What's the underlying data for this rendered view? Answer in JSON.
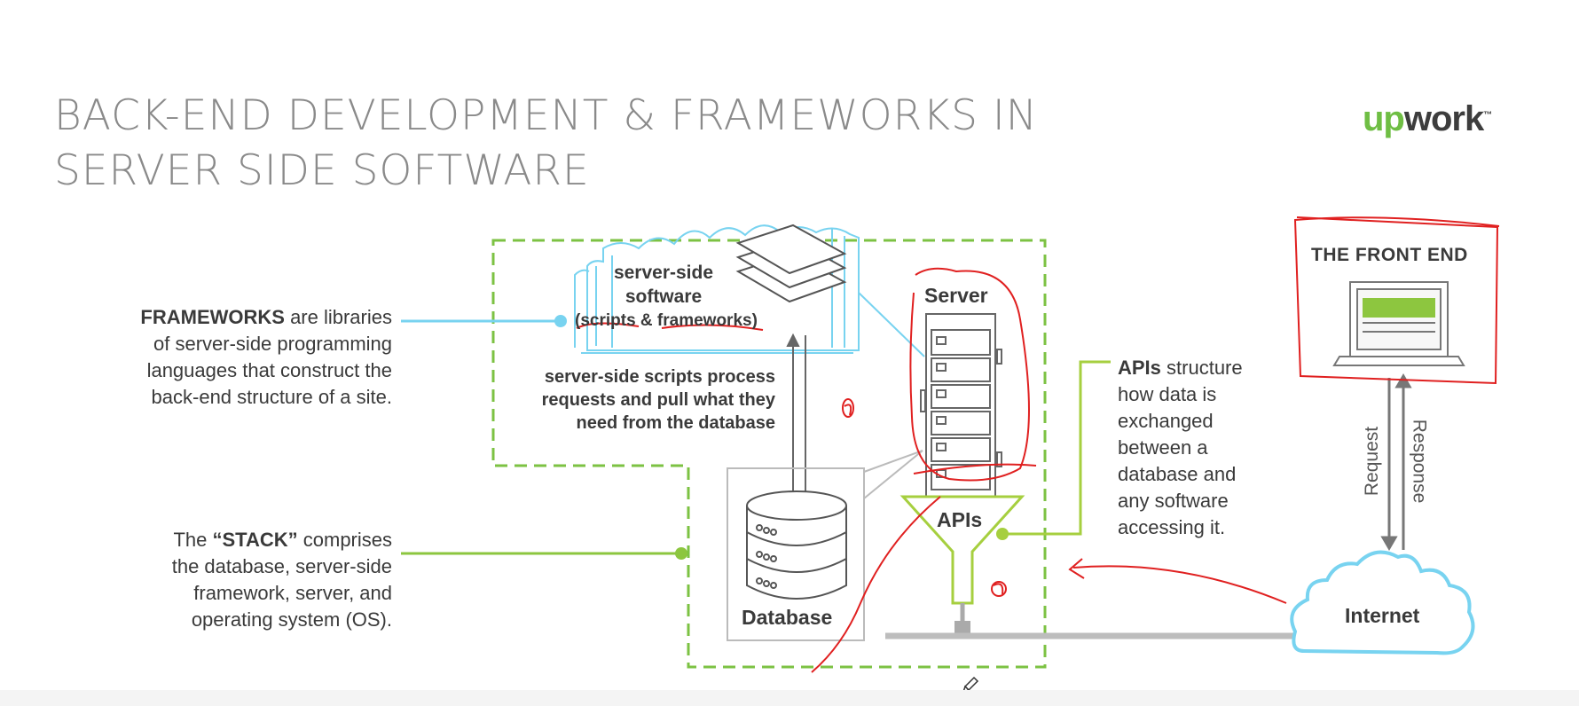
{
  "title": {
    "line1": "BACK-END DEVELOPMENT & FRAMEWORKS IN",
    "line2": "SERVER SIDE SOFTWARE"
  },
  "logo": {
    "part1": "up",
    "part2": "work",
    "tm": "™"
  },
  "frameworks_note": {
    "bold": "FRAMEWORKS",
    "line1_rest": " are libraries",
    "line2": "of server-side programming",
    "line3": "languages that construct the",
    "line4": "back-end structure of a site."
  },
  "stack_note": {
    "prefix": "The ",
    "bold": "“STACK”",
    "line1_rest": " comprises",
    "line2": "the database, server-side",
    "line3": "framework, server, and",
    "line4": "operating system (OS)."
  },
  "cloud_label": {
    "line1": "server-side",
    "line2": "software",
    "line3": "(scripts & frameworks)"
  },
  "scripts_note": {
    "line1": "server-side scripts process",
    "line2": "requests and pull what they",
    "line3": "need from the database"
  },
  "server_label": "Server",
  "apis_label": "APIs",
  "database_label": "Database",
  "internet_label": "Internet",
  "front_end_label": "THE FRONT END",
  "request_label": "Request",
  "response_label": "Response",
  "apis_note": {
    "bold": "APIs",
    "line1_rest": " structure",
    "line2": "how data is",
    "line3": "exchanged",
    "line4": "between a",
    "line5": "database and",
    "line6": "any software",
    "line7": "accessing it."
  },
  "colors": {
    "green": "#8cc63f",
    "dashed_green": "#7cc243",
    "blue": "#78d3f0",
    "gray": "#9a9a9a",
    "annotation_red": "#e02020",
    "title_gray": "#8a8a8a"
  },
  "icons": [
    "server-rack-icon",
    "database-icon",
    "laptop-icon",
    "cloud-icon",
    "funnel-icon",
    "pen-cursor-icon"
  ]
}
